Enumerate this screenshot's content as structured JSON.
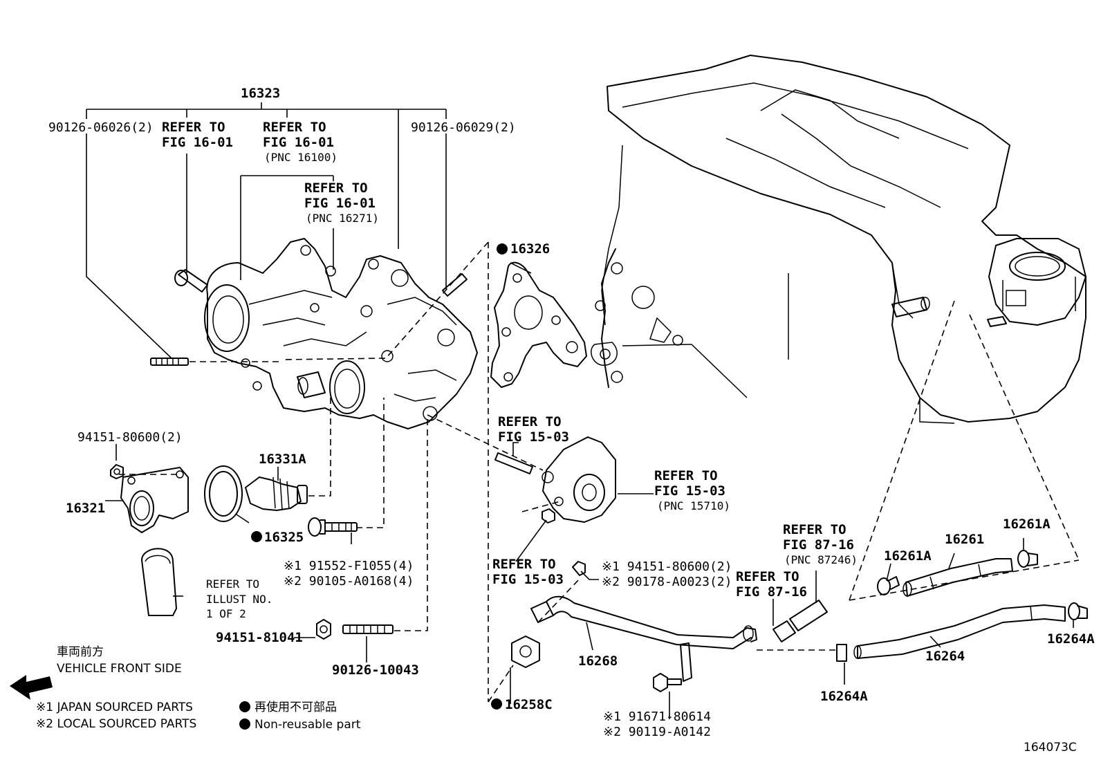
{
  "callouts": {
    "c16323": "16323",
    "c90126_06026": "90126-06026(2)",
    "c90126_06029": "90126-06029(2)",
    "ref_a1": "REFER TO",
    "ref_a2": "FIG 16-01",
    "ref_b1": "REFER TO",
    "ref_b2": "FIG 16-01",
    "ref_b3": "(PNC 16100)",
    "ref_c1": "REFER TO",
    "ref_c2": "FIG 16-01",
    "ref_c3": "(PNC 16271)",
    "c16326": "16326",
    "c94151_80600_2": "94151-80600(2)",
    "c16331A": "16331A",
    "c16321": "16321",
    "c16325": "16325",
    "f91552": "※1 91552-F1055(4)",
    "f90105": "※2 90105-A0168(4)",
    "ref_d1": "REFER TO",
    "ref_d2": "ILLUST NO.",
    "ref_d3": "1 OF 2",
    "c94151_81041": "94151-81041",
    "c90126_10043": "90126-10043",
    "ref_e1": "REFER TO",
    "ref_e2": "FIG 15-03",
    "ref_f1": "REFER TO",
    "ref_f2": "FIG 15-03",
    "ref_f3": "(PNC 15710)",
    "ref_g1": "REFER TO",
    "ref_g2": "FIG 15-03",
    "f94151": "※1 94151-80600(2)",
    "f90178": "※2 90178-A0023(2)",
    "ref_h1": "REFER TO",
    "ref_h2": "FIG 87-16",
    "ref_h3": "(PNC 87246)",
    "ref_i1": "REFER TO",
    "ref_i2": "FIG 87-16",
    "c16261A_l": "16261A",
    "c16261": "16261",
    "c16261A_r": "16261A",
    "c16268": "16268",
    "c16258C": "16258C",
    "f91671": "※1 91671-80614",
    "f90119": "※2 90119-A0142",
    "c16264": "16264",
    "c16264A_mid": "16264A",
    "c16264A_r": "16264A"
  },
  "legend": {
    "direction_jp": "車両前方",
    "direction_en": "VEHICLE FRONT SIDE",
    "note1": "※1 JAPAN SOURCED PARTS",
    "note2": "※2 LOCAL SOURCED PARTS",
    "nonreusable_jp": "再使用不可部品",
    "nonreusable_en": "Non-reusable part"
  },
  "figure_id": "164073C"
}
